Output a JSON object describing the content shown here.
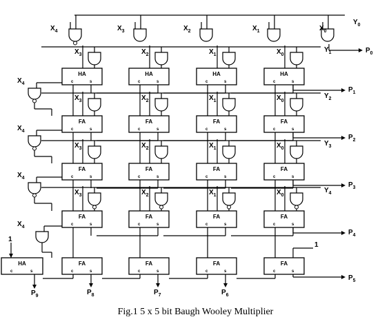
{
  "caption": "Fig.1  5 x 5 bit Baugh Wooley Multiplier",
  "cells": {
    "ha": "HA",
    "fa": "FA",
    "carry_pin": "c",
    "sum_pin": "s"
  },
  "signals": {
    "x4": "X",
    "x4_sub": "4",
    "x3": "X",
    "x3_sub": "3",
    "x2": "X",
    "x2_sub": "2",
    "x1": "X",
    "x1_sub": "1",
    "x0": "X",
    "x0_sub": "0",
    "y0": "Y",
    "y0_sub": "0",
    "y1": "Y",
    "y1_sub": "1",
    "y2": "Y",
    "y2_sub": "2",
    "y3": "Y",
    "y3_sub": "3",
    "y4": "Y",
    "y4_sub": "4",
    "one": "1"
  },
  "outputs": {
    "p0": "P",
    "p0_sub": "0",
    "p1": "P",
    "p1_sub": "1",
    "p2": "P",
    "p2_sub": "2",
    "p3": "P",
    "p3_sub": "3",
    "p4": "P",
    "p4_sub": "4",
    "p5": "P",
    "p5_sub": "5",
    "p6": "P",
    "p6_sub": "6",
    "p7": "P",
    "p7_sub": "7",
    "p8": "P",
    "p8_sub": "8",
    "p9": "P",
    "p9_sub": "9"
  }
}
